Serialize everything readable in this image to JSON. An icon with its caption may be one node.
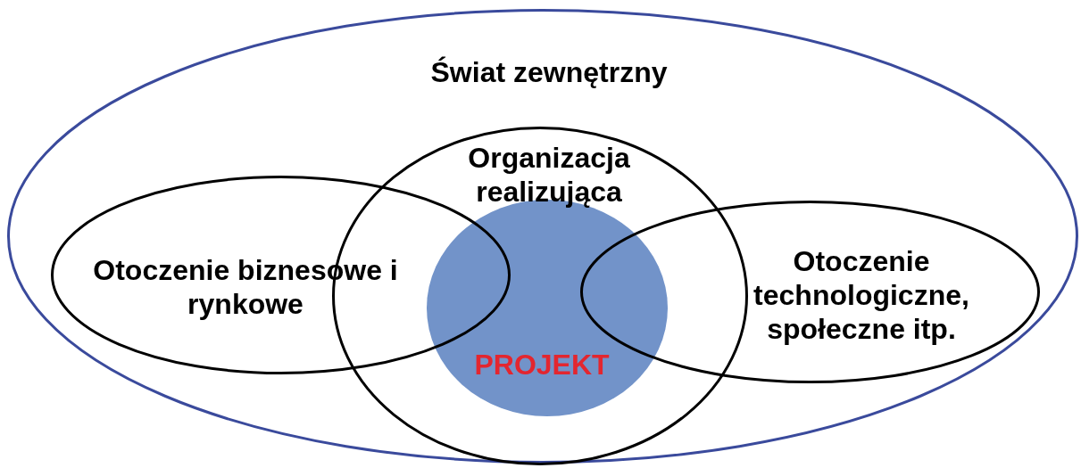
{
  "diagram": {
    "nodes": [
      {
        "text": [
          "Świat zewnętrzny"
        ]
      },
      {
        "text": [
          "Organizacja realizująca"
        ],
        "in": 0
      },
      {
        "text": [
          "Otoczenie biznesowe i rynkowe"
        ],
        "in": 0
      },
      {
        "text": [
          "Otoczenie technologiczne, społeczne itp."
        ],
        "in": 0
      },
      {
        "text": [
          "PROJEKT"
        ],
        "in": 1
      }
    ]
  }
}
